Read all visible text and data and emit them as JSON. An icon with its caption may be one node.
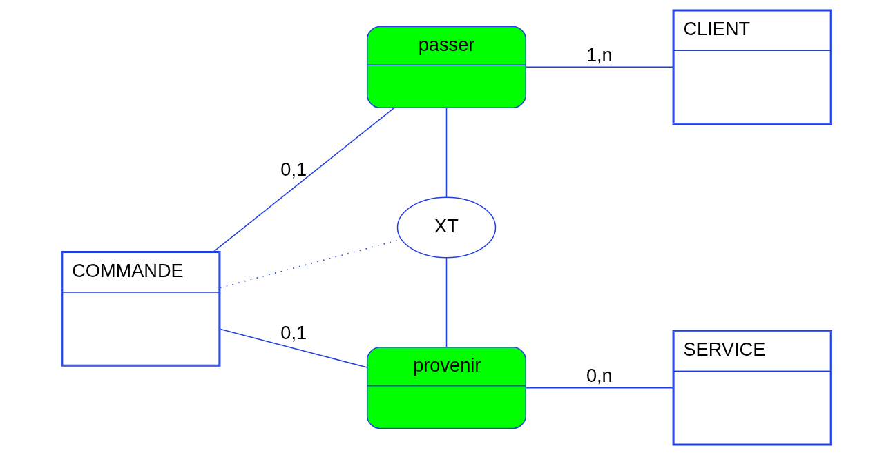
{
  "diagram": {
    "nodes": [
      {
        "text": [
          "CLIENT"
        ]
      },
      {
        "text": [
          "passer"
        ]
      },
      {
        "text": [
          "COMMANDE"
        ]
      },
      {
        "text": [
          "XT"
        ]
      },
      {
        "text": [
          "provenir"
        ]
      },
      {
        "text": [
          "SERVICE"
        ]
      }
    ],
    "edges": [
      {
        "from": 1,
        "to": 0,
        "arrow": "none",
        "label": "1,n"
      },
      {
        "from": 2,
        "to": 1,
        "arrow": "none",
        "label": "0,1"
      },
      {
        "from": 1,
        "to": 3,
        "arrow": "none"
      },
      {
        "from": 2,
        "to": 3,
        "arrow": "none",
        "style": "dashed"
      },
      {
        "from": 3,
        "to": 4,
        "arrow": "none"
      },
      {
        "from": 2,
        "to": 4,
        "arrow": "none",
        "label": "0,1"
      },
      {
        "from": 4,
        "to": 5,
        "arrow": "none",
        "label": "0,n"
      }
    ]
  }
}
